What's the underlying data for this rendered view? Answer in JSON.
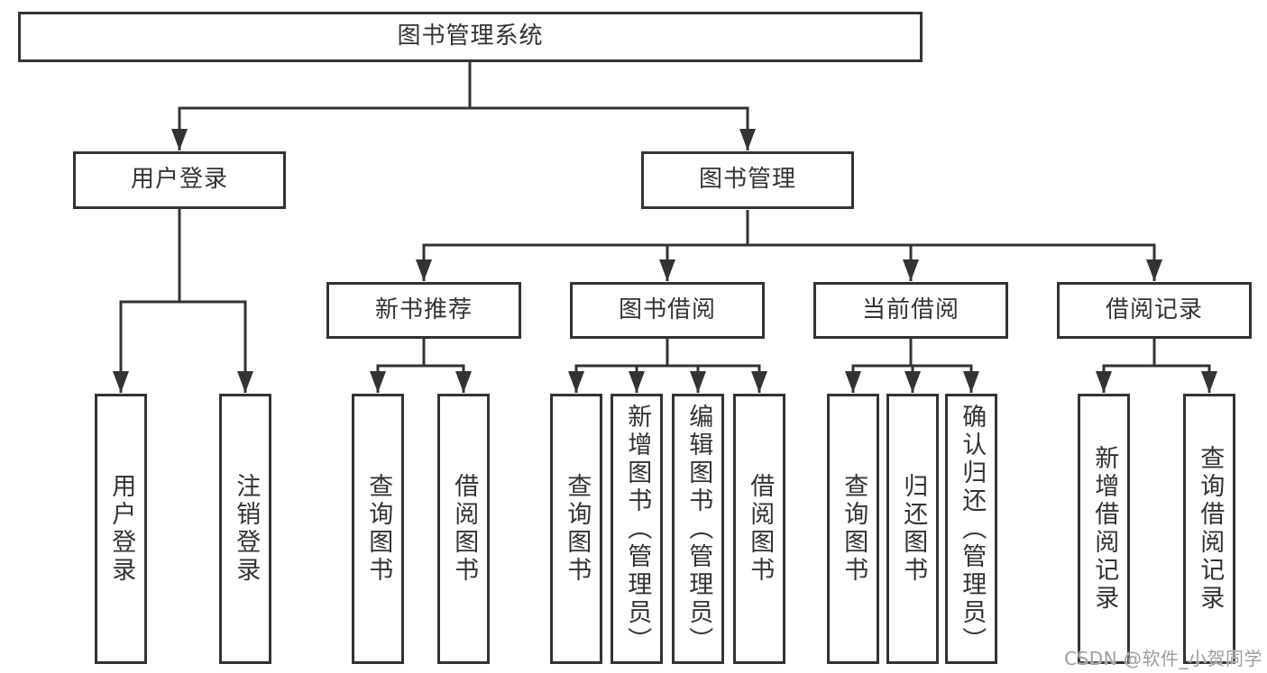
{
  "nodes": {
    "root": "图书管理系统",
    "user_login": "用户登录",
    "book_mgmt": "图书管理",
    "new_book_rec": "新书推荐",
    "book_borrow": "图书借阅",
    "current_borrow": "当前借阅",
    "borrow_record": "借阅记录",
    "leaf_user_login": "用户登录",
    "leaf_logout": "注销登录",
    "leaf_rec_query": "查询图书",
    "leaf_rec_borrow": "借阅图书",
    "leaf_bb_query": "查询图书",
    "leaf_bb_add": "新增图书（管理员）",
    "leaf_bb_edit": "编辑图书（管理员）",
    "leaf_bb_borrow": "借阅图书",
    "leaf_cb_query": "查询图书",
    "leaf_cb_return": "归还图书",
    "leaf_cb_confirm": "确认归还（管理员）",
    "leaf_br_add": "新增借阅记录",
    "leaf_br_query": "查询借阅记录"
  },
  "watermark": "CSDN @软件_小贺同学",
  "colors": {
    "line": "#333333",
    "text": "#333333",
    "watermark": "#9e9e9e",
    "background": "#ffffff"
  }
}
